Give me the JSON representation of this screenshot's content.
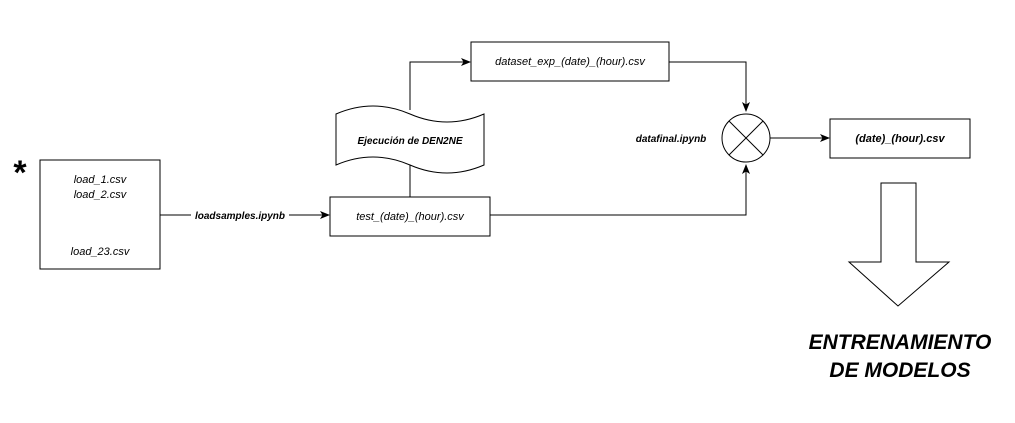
{
  "diagram": {
    "asterisk": "*",
    "source_box": {
      "line1": "load_1.csv",
      "line2": "load_2.csv",
      "line3": "load_23.csv"
    },
    "edge_label_loadsamples": "loadsamples.ipynb",
    "test_box": "test_(date)_(hour).csv",
    "execution_tape": "Ejecución de DEN2NE",
    "dataset_box": "dataset_exp_(date)_(hour).csv",
    "merge_label": "datafinal.ipynb",
    "result_box": "(date)_(hour).csv",
    "training_line1": "ENTRENAMIENTO",
    "training_line2": "DE MODELOS"
  }
}
